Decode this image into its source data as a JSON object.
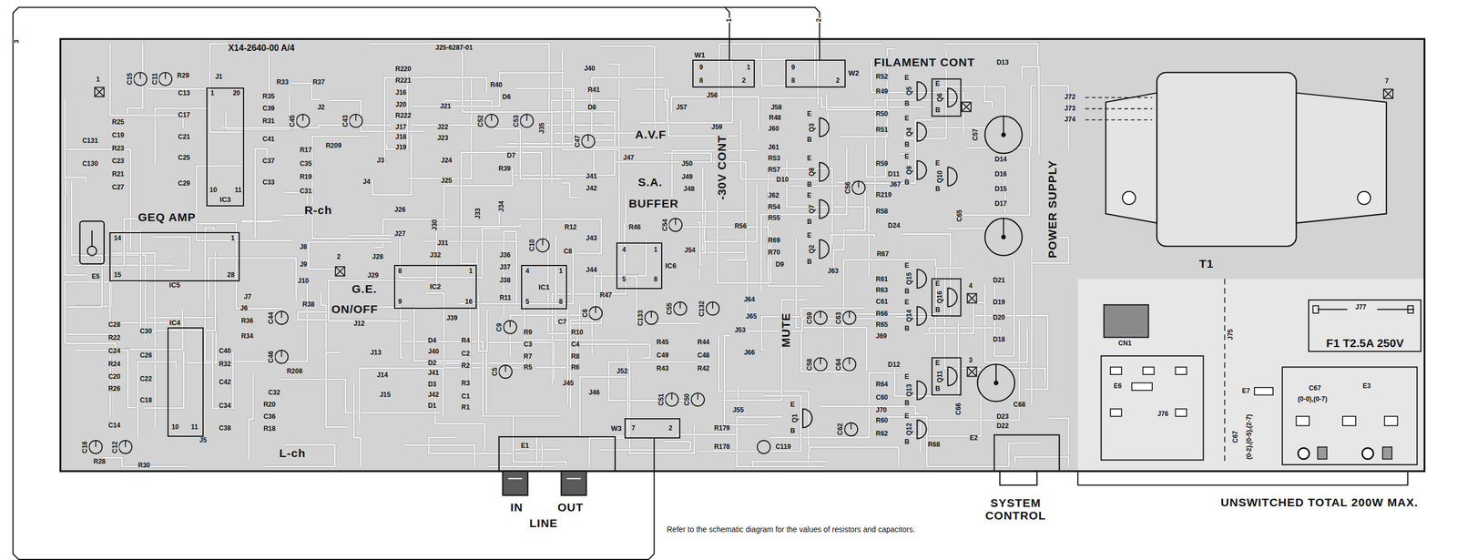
{
  "diagram": {
    "nodes": [
      {
        "text": [
          "IC3"
        ]
      },
      {
        "text": [
          "IC5"
        ]
      },
      {
        "text": [
          "IC4"
        ]
      },
      {
        "text": [
          "IC2"
        ]
      },
      {
        "text": [
          "IC1"
        ]
      },
      {
        "text": [
          "IC6"
        ]
      },
      {
        "text": [
          "W1"
        ]
      },
      {
        "text": [
          "W2"
        ]
      },
      {
        "text": [
          "W3"
        ]
      },
      {
        "text": [
          "F1 T2.5A 250V"
        ]
      }
    ],
    "labels": [
      "3",
      "1",
      "2",
      "X14-2640-00 A/4",
      "J25-6287-01",
      "1",
      "7",
      "C15",
      "C11",
      "R29",
      "J1",
      "R33",
      "R37",
      "R35",
      "C39",
      "R31",
      "C41",
      "C37",
      "C33",
      "C45",
      "J2",
      "C43",
      "R17",
      "C35",
      "R19",
      "C31",
      "R209",
      "R-ch",
      "C13",
      "C17",
      "C21",
      "C25",
      "C29",
      "R25",
      "C19",
      "R23",
      "C23",
      "R21",
      "C27",
      "C131",
      "C130",
      "1",
      "20",
      "10",
      "11",
      "R220",
      "R221",
      "J16",
      "J20",
      "R222",
      "J17",
      "J18",
      "J19",
      "J3",
      "J4",
      "J21",
      "J22",
      "J23",
      "J24",
      "J25",
      "J26",
      "J27",
      "J28",
      "J29",
      "J30",
      "J31",
      "J32",
      "J33",
      "J34",
      "C52",
      "C53",
      "J35",
      "R40",
      "D6",
      "J40",
      "R41",
      "D8",
      "C47",
      "A.V.F",
      "D7",
      "R39",
      "J47",
      "J41",
      "J42",
      "S.A.",
      "BUFFER",
      "J50",
      "J49",
      "J48",
      "J56",
      "J57",
      "J59",
      "J58",
      "R48",
      "J60",
      "J61",
      "R53",
      "R57",
      "D10",
      "J62",
      "R54",
      "R55",
      "R56",
      "-30V CONT",
      "R69",
      "R70",
      "D9",
      "J63",
      "GEQ AMP",
      "E5",
      "14",
      "15",
      "1",
      "28",
      "J8",
      "J9",
      "J10",
      "2",
      "J7",
      "J6",
      "R38",
      "R36",
      "R34",
      "C44",
      "C46",
      "G.E.",
      "ON/OFF",
      "J12",
      "C28",
      "R22",
      "C24",
      "R24",
      "C20",
      "R26",
      "C30",
      "C26",
      "C22",
      "C18",
      "C14",
      "C40",
      "R32",
      "C42",
      "C34",
      "C38",
      "R208",
      "C32",
      "R20",
      "C36",
      "R18",
      "L-ch",
      "J5",
      "10",
      "11",
      "C16",
      "C12",
      "R28",
      "R30",
      "8",
      "1",
      "9",
      "16",
      "J39",
      "4",
      "1",
      "5",
      "8",
      "J36",
      "J37",
      "J38",
      "R11",
      "C9",
      "C5",
      "R12",
      "C8",
      "J43",
      "J44",
      "C10",
      "R46",
      "C54",
      "R47",
      "C7",
      "C6",
      "R10",
      "C4",
      "R8",
      "R6",
      "R9",
      "C3",
      "R7",
      "R5",
      "R4",
      "C2",
      "R2",
      "R3",
      "C1",
      "R1",
      "J13",
      "J14",
      "J15",
      "D4",
      "J40",
      "D2",
      "J41",
      "D3",
      "J42",
      "D1",
      "J45",
      "J46",
      "J52",
      "4",
      "1",
      "5",
      "8",
      "J54",
      "C133",
      "C55",
      "C132",
      "R45",
      "C49",
      "R43",
      "R44",
      "C48",
      "R42",
      "J53",
      "J64",
      "J65",
      "J66",
      "C51",
      "C50",
      "J55",
      "R179",
      "R178",
      "C119",
      "E1",
      "7",
      "2",
      "MUTE",
      "E",
      "Q3",
      "B",
      "E",
      "Q8",
      "B",
      "E",
      "Q7",
      "B",
      "E",
      "Q2",
      "B",
      "E",
      "Q5",
      "B",
      "E",
      "Q4",
      "B",
      "E",
      "Q9",
      "B",
      "E",
      "Q10",
      "B",
      "E",
      "Q15",
      "B",
      "E",
      "Q14",
      "B",
      "E",
      "Q13",
      "B",
      "E",
      "Q12",
      "B",
      "E",
      "Q1",
      "B",
      "E",
      "Q6",
      "B",
      "E",
      "Q16",
      "B",
      "E",
      "Q11",
      "B",
      "FILAMENT CONT",
      "R52",
      "R49",
      "R50",
      "R51",
      "R59",
      "D11",
      "J67",
      "R219",
      "R58",
      "D24",
      "R67",
      "R61",
      "R63",
      "C61",
      "R66",
      "R65",
      "J69",
      "D12",
      "R64",
      "C60",
      "J70",
      "R60",
      "R62",
      "R68",
      "C59",
      "C63",
      "C58",
      "C64",
      "C62",
      "C56",
      "D13",
      "C57",
      "D14",
      "D16",
      "D15",
      "D17",
      "C65",
      "D21",
      "D19",
      "D20",
      "D18",
      "C66",
      "C68",
      "D23",
      "D22",
      "E2",
      "POWER SUPPLY",
      "J72",
      "J73",
      "J74",
      "4",
      "3",
      "T1",
      "CN1",
      "E6",
      "E7",
      "J75",
      "J76",
      "C67",
      "(0-2),(0-5),(2-7)",
      "C67",
      "(0-0),(0-7)",
      "E3",
      "J77",
      "IN",
      "OUT",
      "LINE",
      "SYSTEM CONTROL",
      "UNSWITCHED TOTAL 200W MAX.",
      "Refer to the schematic diagram for the values of resistors and capacitors.",
      "9",
      "1",
      "8",
      "2",
      "9",
      "8",
      "2"
    ]
  }
}
